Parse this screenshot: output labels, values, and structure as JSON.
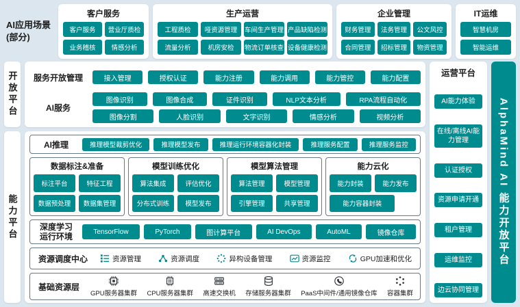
{
  "colors": {
    "accent_teal": "#008b8f",
    "page_bg": "#dce6ef",
    "box_border": "#66788a",
    "icon_dark": "#2f3438"
  },
  "scenarios": {
    "label_line1": "AI应用场景",
    "label_line2": "(部分)",
    "groups": [
      {
        "title": "客户服务",
        "items": [
          "客户服务",
          "营业厅质检",
          "业务稽核",
          "情感分析"
        ]
      },
      {
        "title": "生产运营",
        "items": [
          "工程质检",
          "哑资源管理",
          "车间生产管理",
          "产品缺陷检测",
          "流量分析",
          "机房安检",
          "物流订单核查",
          "设备健康检测"
        ]
      },
      {
        "title": "企业管理",
        "items": [
          "财务管理",
          "法务管理",
          "公文风控",
          "合同管理",
          "招标管理",
          "物资管理"
        ]
      },
      {
        "title": "IT运维",
        "items": [
          "智慧机房",
          "智能运维"
        ]
      }
    ]
  },
  "open_platform": {
    "side_label": "开放平台",
    "service_mgmt": {
      "title": "服务开放管理",
      "items": [
        "接入管理",
        "授权认证",
        "能力注册",
        "能力调用",
        "能力管控",
        "能力配置"
      ]
    },
    "ai_service": {
      "title": "AI服务",
      "row1": [
        "图像识别",
        "图像合成",
        "证件识别",
        "NLP文本分析",
        "RPA流程自动化"
      ],
      "row2": [
        "图像分割",
        "人脸识别",
        "文字识别",
        "情感分析",
        "视频分析"
      ]
    }
  },
  "capability_platform": {
    "side_label": "能力平台",
    "ai_inference": {
      "title": "AI推理",
      "items": [
        "推理模型裁剪优化",
        "推理模型发布",
        "推理运行环境容器化封装",
        "推理服务配置",
        "推理服务监控"
      ]
    },
    "quads": [
      {
        "title": "数据标注&准备",
        "items": [
          "标注平台",
          "特征工程",
          "数据预处理",
          "数据集管理"
        ]
      },
      {
        "title": "模型训练优化",
        "items": [
          "算法集成",
          "评估优化",
          "分布式训练",
          "模型发布"
        ]
      },
      {
        "title": "模型算法管理",
        "items": [
          "算法管理",
          "模型管理",
          "引擎管理",
          "共享管理"
        ]
      },
      {
        "title": "能力云化",
        "items": [
          "能力封装",
          "能力发布",
          "能力容器封装"
        ]
      }
    ],
    "dl_env": {
      "title_line1": "深度学习",
      "title_line2": "运行环境",
      "items": [
        "TensorFlow",
        "PyTorch",
        "图计算平台",
        "AI DevOps",
        "AutoML",
        "镜像仓库"
      ]
    },
    "scheduling": {
      "title": "资源调度中心",
      "items": [
        {
          "icon": "list-icon",
          "label": "资源管理"
        },
        {
          "icon": "topology-icon",
          "label": "资源调度"
        },
        {
          "icon": "dot-cluster-icon",
          "label": "异构设备管理"
        },
        {
          "icon": "chart-monitor-icon",
          "label": "资源监控"
        },
        {
          "icon": "cycle-arrows-icon",
          "label": "GPU加速和优化"
        }
      ]
    },
    "base": {
      "title": "基础资源层",
      "items": [
        {
          "icon": "gpu-chip-icon",
          "label": "GPU服务器集群"
        },
        {
          "icon": "cpu-chip-icon",
          "label": "CPU服务器集群"
        },
        {
          "icon": "switch-icon",
          "label": "高速交换机"
        },
        {
          "icon": "storage-icon",
          "label": "存储服务器集群"
        },
        {
          "icon": "paas-icon",
          "label": "PaaS中间件/通用镜像仓库"
        },
        {
          "icon": "container-cluster-icon",
          "label": "容器集群"
        }
      ]
    }
  },
  "ops_platform": {
    "title": "运营平台",
    "items": [
      "AI能力体验",
      "在线/离线AI能力管理",
      "认证授权",
      "资源申请开通",
      "租户管理",
      "运维监控",
      "边云协同管理"
    ]
  },
  "brand_bar": {
    "label": "AlphaMind AI 能力开放平台"
  }
}
